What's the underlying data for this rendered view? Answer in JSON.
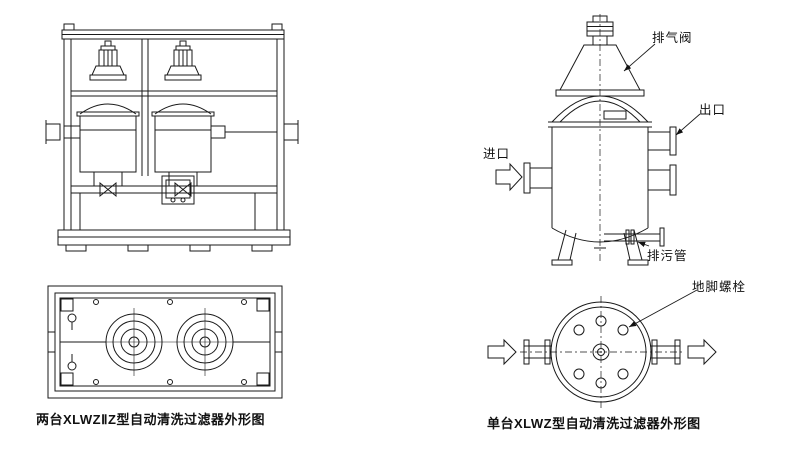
{
  "figures": {
    "left": {
      "caption": "两台XLWZⅡZ型自动清洗过滤器外形图"
    },
    "right": {
      "caption": "单台XLWZ型自动清洗过滤器外形图",
      "labels": {
        "exhaust_valve": "排气阀",
        "outlet": "出口",
        "inlet": "进口",
        "drain_pipe": "排污管",
        "anchor_bolt": "地脚螺栓"
      }
    }
  },
  "colors": {
    "line": "#1a1a1a",
    "background": "#ffffff"
  }
}
